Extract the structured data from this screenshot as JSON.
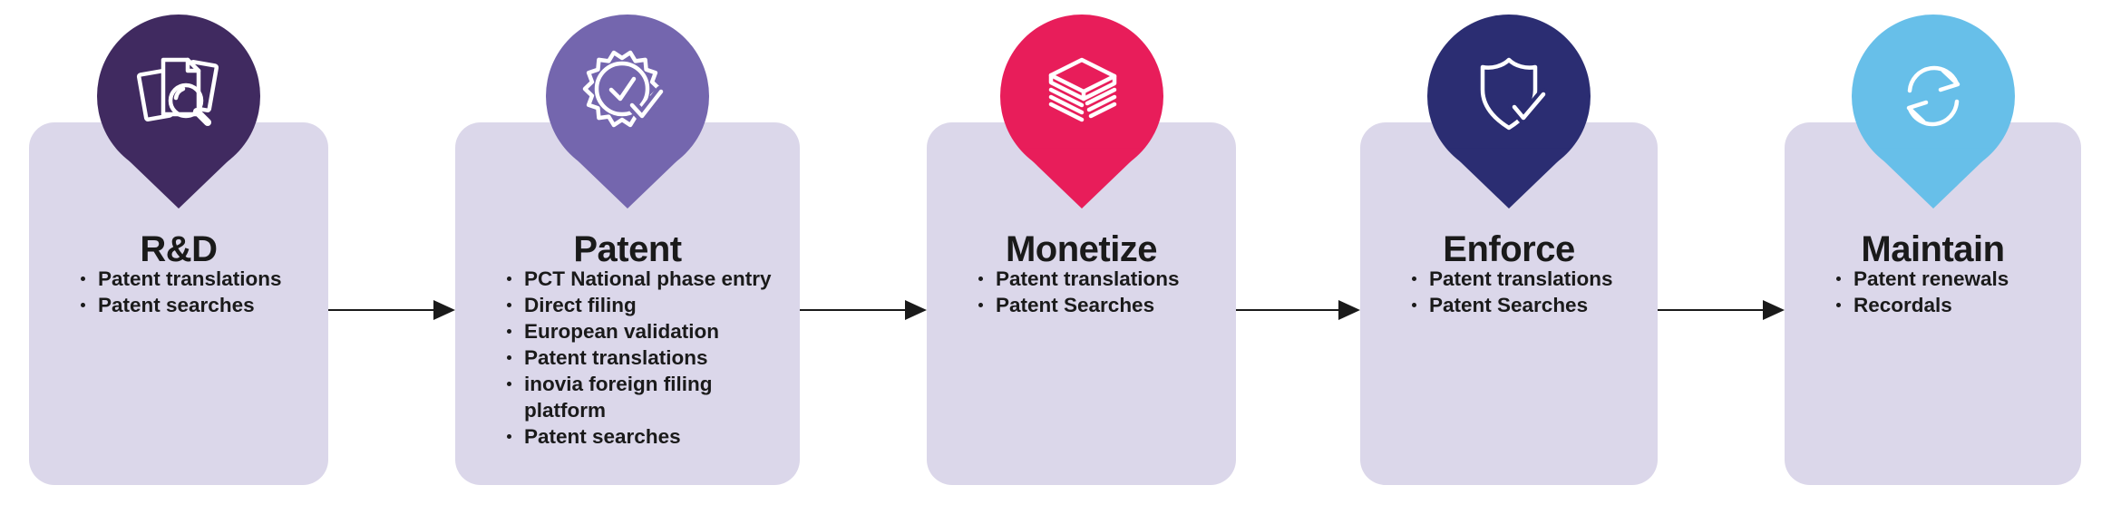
{
  "diagram": {
    "background_color": "#ffffff",
    "card_color": "#dbd7ea",
    "text_color": "#1a1a1a",
    "arrow_color": "#1a1a1a",
    "stages": [
      {
        "title": "R&D",
        "icon": "documents-search-icon",
        "pin_color": "#402a60",
        "items": [
          "Patent translations",
          "Patent searches"
        ]
      },
      {
        "title": "Patent",
        "icon": "certified-seal-icon",
        "pin_color": "#7466ae",
        "items": [
          "PCT National phase entry",
          "Direct filing",
          "European validation",
          "Patent translations",
          "inovia foreign filing platform",
          "Patent searches"
        ]
      },
      {
        "title": "Monetize",
        "icon": "banknotes-stack-icon",
        "pin_color": "#e81d5a",
        "items": [
          "Patent translations",
          "Patent Searches"
        ]
      },
      {
        "title": "Enforce",
        "icon": "shield-check-icon",
        "pin_color": "#2b2d72",
        "items": [
          "Patent translations",
          "Patent Searches"
        ]
      },
      {
        "title": "Maintain",
        "icon": "sync-arrows-icon",
        "pin_color": "#67bfe9",
        "items": [
          "Patent renewals",
          "Recordals"
        ]
      }
    ]
  }
}
